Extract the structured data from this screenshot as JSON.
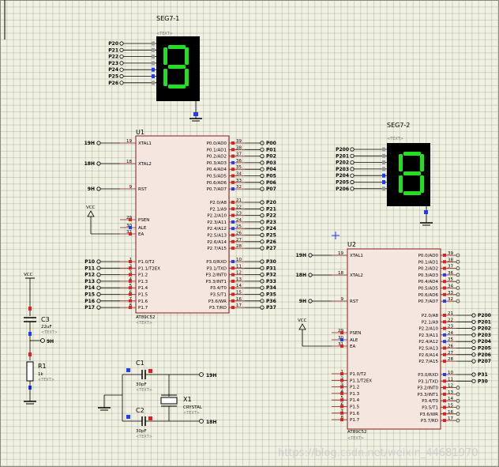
{
  "seg1": {
    "title": "SEG7-1",
    "text_tag": "<TEXT>",
    "pins": [
      "P20",
      "P21",
      "P22",
      "P23",
      "P24",
      "P25",
      "P26"
    ],
    "digit": "8"
  },
  "seg2": {
    "title": "SEG7-2",
    "text_tag": "<TEXT>",
    "pins": [
      "P200",
      "P201",
      "P202",
      "P203",
      "P204",
      "P205",
      "P206"
    ],
    "digit": "8"
  },
  "u1": {
    "title": "U1",
    "part": "AT89C52",
    "text_tag": "<TEXT>",
    "left_top": [
      {
        "num": "19",
        "name": "XTAL1",
        "net": "19H"
      },
      {
        "num": "18",
        "name": "XTAL2",
        "net": "18H"
      },
      {
        "num": "9",
        "name": "RST",
        "net": "9H"
      }
    ],
    "left_ctrl": [
      {
        "num": "29",
        "name": "PSEN"
      },
      {
        "num": "30",
        "name": "ALE"
      },
      {
        "num": "31",
        "name": "EA"
      }
    ],
    "vcc": "VCC",
    "p0": [
      {
        "num": "39",
        "name": "P0.0/AD0",
        "net": "P00"
      },
      {
        "num": "38",
        "name": "P0.1/AD1",
        "net": "P01"
      },
      {
        "num": "37",
        "name": "P0.2/AD2",
        "net": "P02"
      },
      {
        "num": "36",
        "name": "P0.3/AD3",
        "net": "P03"
      },
      {
        "num": "35",
        "name": "P0.4/AD4",
        "net": "P04"
      },
      {
        "num": "34",
        "name": "P0.5/AD5",
        "net": "P05"
      },
      {
        "num": "33",
        "name": "P0.6/AD6",
        "net": "P06"
      },
      {
        "num": "32",
        "name": "P0.7/AD7",
        "net": "P07"
      }
    ],
    "p2": [
      {
        "num": "21",
        "name": "P2.0/A8",
        "net": "P20"
      },
      {
        "num": "22",
        "name": "P2.1/A9",
        "net": "P21"
      },
      {
        "num": "23",
        "name": "P2.2/A10",
        "net": "P22"
      },
      {
        "num": "24",
        "name": "P2.3/A11",
        "net": "P23"
      },
      {
        "num": "25",
        "name": "P2.4/A12",
        "net": "P24"
      },
      {
        "num": "26",
        "name": "P2.5/A13",
        "net": "P25"
      },
      {
        "num": "27",
        "name": "P2.6/A14",
        "net": "P26"
      },
      {
        "num": "28",
        "name": "P2.7/A15",
        "net": "P27"
      }
    ],
    "p1": [
      {
        "num": "1",
        "name": "P1.0/T2",
        "net": "P10"
      },
      {
        "num": "2",
        "name": "P1.1/T2EX",
        "net": "P11"
      },
      {
        "num": "3",
        "name": "P1.2",
        "net": "P12"
      },
      {
        "num": "4",
        "name": "P1.3",
        "net": "P13"
      },
      {
        "num": "5",
        "name": "P1.4",
        "net": "P14"
      },
      {
        "num": "6",
        "name": "P1.5",
        "net": "P15"
      },
      {
        "num": "7",
        "name": "P1.6",
        "net": "P16"
      },
      {
        "num": "8",
        "name": "P1.7",
        "net": "P17"
      }
    ],
    "p3": [
      {
        "num": "10",
        "name": "P3.0/RXD",
        "net": "P30"
      },
      {
        "num": "11",
        "name": "P3.1/TXD",
        "net": "P31"
      },
      {
        "num": "12",
        "name": "P3.2/INT0",
        "net": "P32"
      },
      {
        "num": "13",
        "name": "P3.3/INT1",
        "net": "P33"
      },
      {
        "num": "14",
        "name": "P3.4/T0",
        "net": "P34"
      },
      {
        "num": "15",
        "name": "P3.5/T1",
        "net": "P35"
      },
      {
        "num": "16",
        "name": "P3.6/WR",
        "net": "P36"
      },
      {
        "num": "17",
        "name": "P3.7/RD",
        "net": "P37"
      }
    ]
  },
  "u2": {
    "title": "U2",
    "part": "AT89C52",
    "text_tag": "<TEXT>",
    "left_top": [
      {
        "num": "19",
        "name": "XTAL1",
        "net": "19H"
      },
      {
        "num": "18",
        "name": "XTAL2",
        "net": "18H"
      },
      {
        "num": "9",
        "name": "RST",
        "net": "9H"
      }
    ],
    "left_ctrl": [
      {
        "num": "29",
        "name": "PSEN"
      },
      {
        "num": "30",
        "name": "ALE"
      },
      {
        "num": "31",
        "name": "EA"
      }
    ],
    "vcc": "VCC",
    "p0": [
      {
        "num": "39",
        "name": "P0.0/AD0"
      },
      {
        "num": "38",
        "name": "P0.1/AD1"
      },
      {
        "num": "37",
        "name": "P0.2/AD2"
      },
      {
        "num": "36",
        "name": "P0.3/AD3"
      },
      {
        "num": "35",
        "name": "P0.4/AD4"
      },
      {
        "num": "34",
        "name": "P0.5/AD5"
      },
      {
        "num": "33",
        "name": "P0.6/AD6"
      },
      {
        "num": "32",
        "name": "P0.7/AD7"
      }
    ],
    "p2": [
      {
        "num": "21",
        "name": "P2.0/A8",
        "net": "P200"
      },
      {
        "num": "22",
        "name": "P2.1/A9",
        "net": "P201"
      },
      {
        "num": "23",
        "name": "P2.2/A10",
        "net": "P202"
      },
      {
        "num": "24",
        "name": "P2.3/A11",
        "net": "P203"
      },
      {
        "num": "25",
        "name": "P2.4/A12",
        "net": "P204"
      },
      {
        "num": "26",
        "name": "P2.5/A13",
        "net": "P205"
      },
      {
        "num": "27",
        "name": "P2.6/A14",
        "net": "P206"
      },
      {
        "num": "28",
        "name": "P2.7/A15",
        "net": "P207"
      }
    ],
    "p1": [
      {
        "num": "1",
        "name": "P1.0/T2"
      },
      {
        "num": "2",
        "name": "P1.1/T2EX"
      },
      {
        "num": "3",
        "name": "P1.2"
      },
      {
        "num": "4",
        "name": "P1.3"
      },
      {
        "num": "5",
        "name": "P1.4"
      },
      {
        "num": "6",
        "name": "P1.5"
      },
      {
        "num": "7",
        "name": "P1.6"
      },
      {
        "num": "8",
        "name": "P1.7"
      }
    ],
    "p3": [
      {
        "num": "10",
        "name": "P3.0/RXD",
        "net": "P31"
      },
      {
        "num": "11",
        "name": "P3.1/TXD",
        "net": "P30"
      },
      {
        "num": "12",
        "name": "P3.2/INT0"
      },
      {
        "num": "13",
        "name": "P3.3/INT1"
      },
      {
        "num": "14",
        "name": "P3.4/T0"
      },
      {
        "num": "15",
        "name": "P3.5/T1"
      },
      {
        "num": "16",
        "name": "P3.6/WR"
      },
      {
        "num": "17",
        "name": "P3.7/RD"
      }
    ]
  },
  "reset": {
    "vcc": "VCC",
    "c3": {
      "ref": "C3",
      "value": "22uF",
      "tag": "<TEXT>"
    },
    "r1": {
      "ref": "R1",
      "value": "1k",
      "tag": "<TEXT>"
    },
    "net": "9H"
  },
  "osc": {
    "c1": {
      "ref": "C1",
      "value": "30pF",
      "tag": "<TEXT>"
    },
    "c2": {
      "ref": "C2",
      "value": "30pF",
      "tag": "<TEXT>"
    },
    "x1": {
      "ref": "X1",
      "value": "CRYSTAL",
      "tag": "<TEXT>"
    },
    "net_top": "19H",
    "net_bot": "18H"
  },
  "watermark": "https://blog.csdn.net/weixin_44681970"
}
